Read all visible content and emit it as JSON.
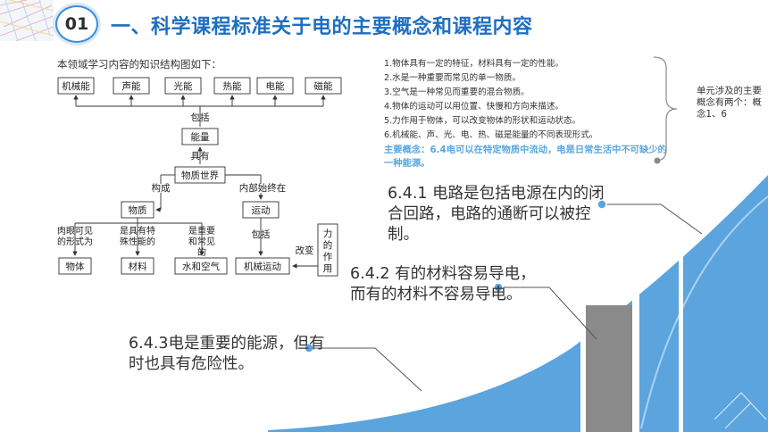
{
  "header": {
    "section_number": "01",
    "title": "一、科学课程标准关于电的主要概念和课程内容"
  },
  "knowledge_diagram": {
    "caption": "本领域学习内容的知识结构图如下：",
    "energy_forms": [
      "机械能",
      "声能",
      "光能",
      "热能",
      "电能",
      "磁能"
    ],
    "labels": {
      "include": "包括",
      "energy": "能量",
      "has": "具有",
      "material_world": "物质世界",
      "composes": "构成",
      "always_in": "内部始终在",
      "matter": "物质",
      "motion": "运动",
      "visible_forms": "肉眼可见的形式为",
      "special_properties": "是具有特殊性能的",
      "important_common": "是重要和常见的",
      "include2": "包括",
      "object": "物体",
      "material": "材料",
      "water_air": "水和空气",
      "mechanical_motion": "机械运动",
      "change": "改变",
      "force": "力的作用"
    }
  },
  "concepts": {
    "items": [
      "1.物体具有一定的特征，材料具有一定的性能。",
      "2.水是一种重要而常见的单一物质。",
      "3.空气是一种常见而重要的混合物质。",
      "4.物体的运动可以用位置、快慢和方向来描述。",
      "5.力作用于物体，可以改变物体的形状和运动状态。",
      "6.机械能、声、光、电、热、磁是能量的不同表现形式。"
    ],
    "main_concept": "主要概念：6.4电可以在特定物质中流动，电是日常生活中不可缺少的一种能源。",
    "side_note": "单元涉及的主要概念有两个：概念1、6"
  },
  "callouts": {
    "c641": "6.4.1 电路是包括电源在内的闭合回路，电路的通断可以被控制。",
    "c642": "6.4.2 有的材料容易导电，而有的材料不容易导电。",
    "c643": "6.4.3电是重要的能源，但有时也具有危险性。"
  },
  "colors": {
    "title": "#1e6fc0",
    "accent_blue": "#5ba4de",
    "bar_gray": "#8a8a8a",
    "main_concept": "#5aa8e0"
  }
}
